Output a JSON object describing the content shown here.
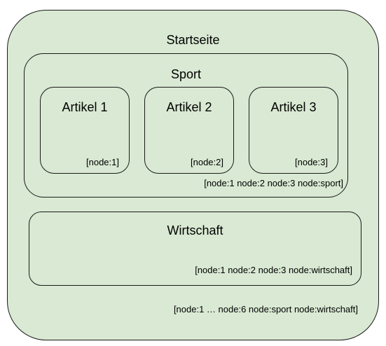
{
  "startseite": {
    "title": "Startseite",
    "tags": "[node:1 … node:6 node:sport node:wirtschaft]"
  },
  "sport": {
    "title": "Sport",
    "tags": "[node:1 node:2 node:3 node:sport]",
    "articles": [
      {
        "title": "Artikel 1",
        "tag": "[node:1]"
      },
      {
        "title": "Artikel 2",
        "tag": "[node:2]"
      },
      {
        "title": "Artikel 3",
        "tag": "[node:3]"
      }
    ]
  },
  "wirtschaft": {
    "title": "Wirtschaft",
    "tags": "[node:1 node:2 node:3 node:wirtschaft]"
  },
  "colors": {
    "background_fill": "#d9e9d3",
    "border": "#1a1a1a"
  }
}
